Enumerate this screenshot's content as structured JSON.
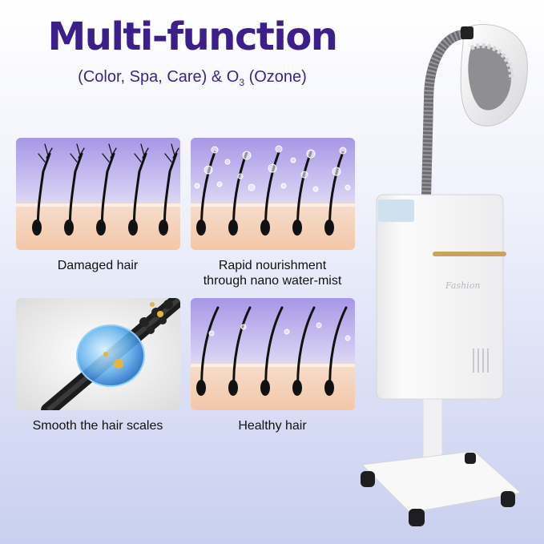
{
  "header": {
    "title": "Multi-function",
    "subtitle_pre": "(Color, Spa, Care) & O",
    "subtitle_sub": "3",
    "subtitle_post": " (Ozone)"
  },
  "panels": [
    {
      "caption": "Damaged hair"
    },
    {
      "caption_line1": "Rapid nourishment",
      "caption_line2": "through nano water-mist"
    },
    {
      "caption": "Smooth the hair scales"
    },
    {
      "caption": "Healthy hair"
    }
  ],
  "device": {
    "brand_label": "Fashion"
  },
  "colors": {
    "title": "#3d1f8c",
    "panel_purple": "#a79be8",
    "panel_skin": "#f4cdb0",
    "device_white": "#f6f6f7",
    "accent_gold": "#c9a35b"
  }
}
